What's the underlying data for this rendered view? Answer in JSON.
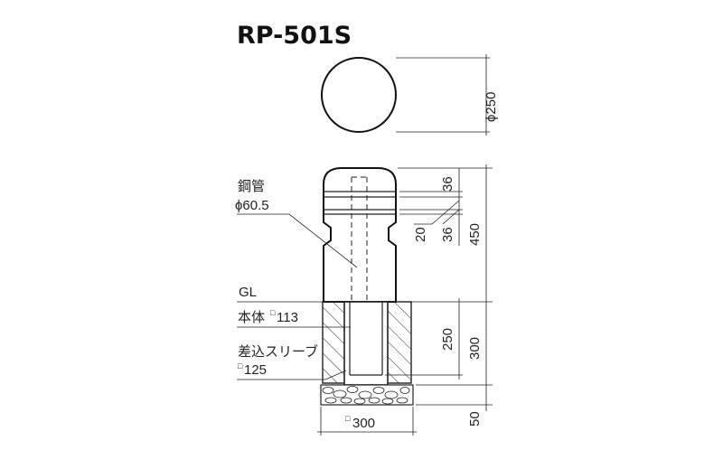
{
  "title": "RP-501S",
  "labels": {
    "steel_pipe": "鋼管",
    "steel_pipe_dia": "ϕ60.5",
    "gl": "GL",
    "body": "本体",
    "body_size": "113",
    "sleeve": "差込スリーブ",
    "sleeve_size": "125"
  },
  "dimensions": {
    "top_diameter": "ϕ250",
    "d36_top": "36",
    "d36_bottom": "36",
    "d20": "20",
    "d450": "450",
    "d250": "250",
    "d300_vertical": "300",
    "d50": "50",
    "d300_base": "300"
  },
  "symbols": {
    "square": "□"
  }
}
